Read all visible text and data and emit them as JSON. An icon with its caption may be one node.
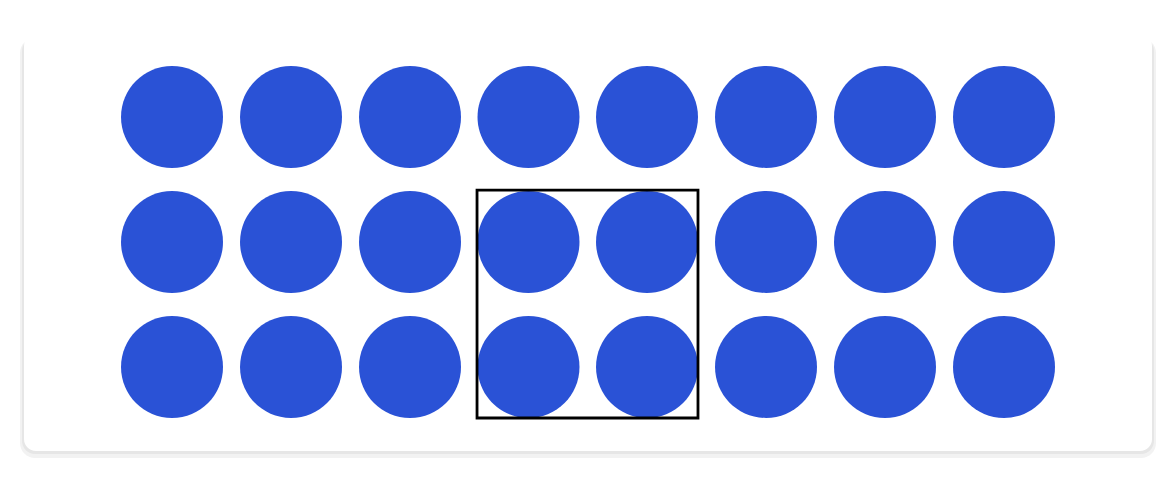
{
  "diagram": {
    "nodes": [
      {
        "text": [],
        "shape": "box"
      },
      {
        "text": [],
        "shape": "circle"
      },
      {
        "text": [],
        "shape": "circle"
      },
      {
        "text": [],
        "shape": "circle"
      },
      {
        "text": [],
        "shape": "circle"
      },
      {
        "text": [],
        "shape": "circle"
      },
      {
        "text": [],
        "shape": "circle"
      },
      {
        "text": [],
        "shape": "circle"
      },
      {
        "text": [],
        "shape": "circle"
      },
      {
        "text": [],
        "shape": "circle"
      },
      {
        "text": [],
        "shape": "circle"
      },
      {
        "text": [],
        "shape": "circle"
      },
      {
        "text": [],
        "shape": "circle",
        "in": 0
      },
      {
        "text": [],
        "shape": "circle",
        "in": 0
      },
      {
        "text": [],
        "shape": "circle"
      },
      {
        "text": [],
        "shape": "circle"
      },
      {
        "text": [],
        "shape": "circle"
      },
      {
        "text": [],
        "shape": "circle"
      },
      {
        "text": [],
        "shape": "circle"
      },
      {
        "text": [],
        "shape": "circle"
      },
      {
        "text": [],
        "shape": "circle",
        "in": 0
      },
      {
        "text": [],
        "shape": "circle",
        "in": 0
      },
      {
        "text": [],
        "shape": "circle"
      },
      {
        "text": [],
        "shape": "circle"
      },
      {
        "text": [],
        "shape": "circle"
      }
    ]
  }
}
